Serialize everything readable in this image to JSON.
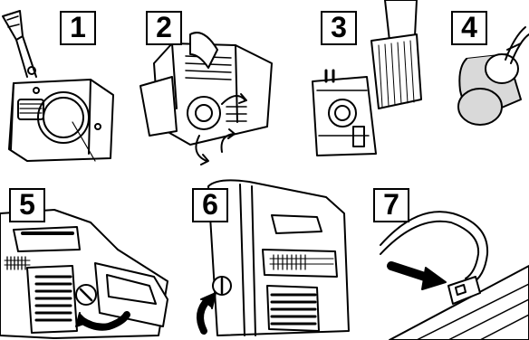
{
  "figure": {
    "steps": [
      {
        "number": "1",
        "picture": "clutch-cover-panel"
      },
      {
        "number": "2",
        "picture": "cylinder-cover-panel"
      },
      {
        "number": "3",
        "picture": "carburettor-brush-panel"
      },
      {
        "number": "4",
        "picture": "fuel-filter-panel"
      },
      {
        "number": "5",
        "picture": "air-filter-knob-panel"
      },
      {
        "number": "6",
        "picture": "knob-front-panel"
      },
      {
        "number": "7",
        "picture": "fuel-hose-panel"
      }
    ],
    "colors": {
      "ink": "#000000",
      "paper": "#ffffff",
      "shade": "#d9d9d9"
    }
  }
}
